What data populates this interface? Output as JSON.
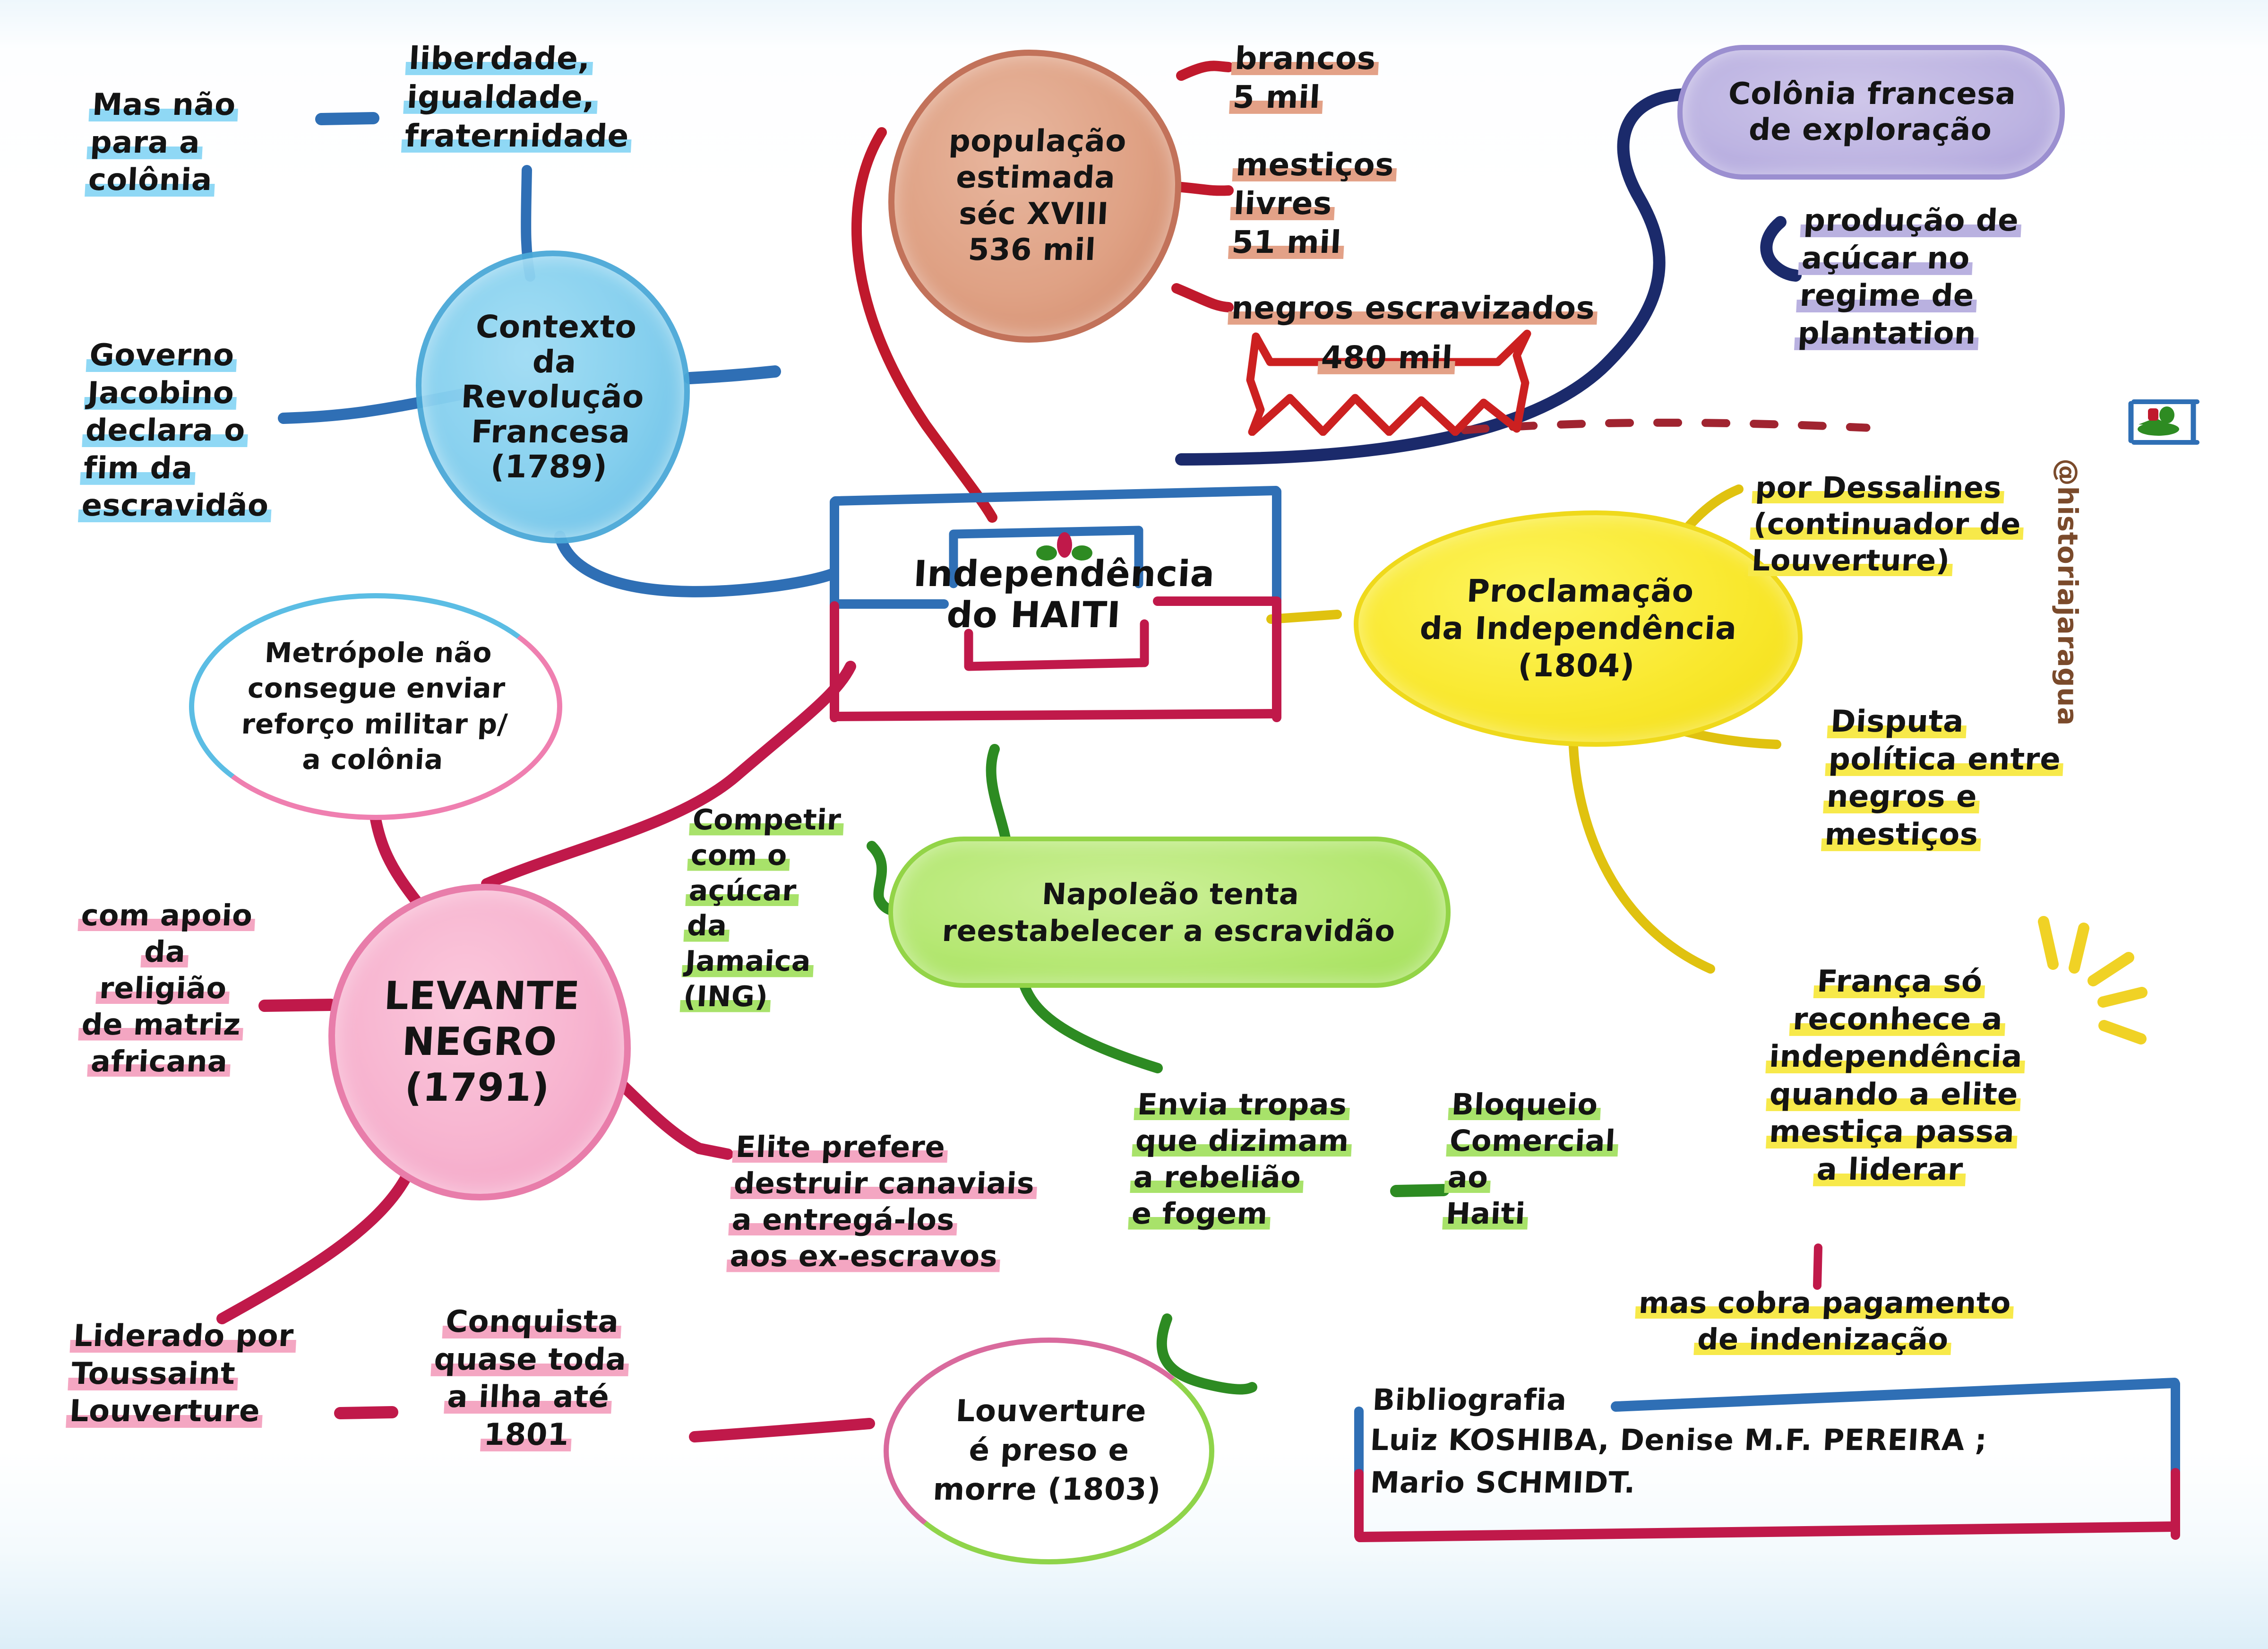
{
  "meta": {
    "title": "Independência do Haiti — mapa mental",
    "watermark": "@historiajaragua"
  },
  "colors": {
    "blue": "#2f6fb5",
    "navy": "#1b2a6b",
    "crimson": "#c0194a",
    "red": "#cc2020",
    "orange": "#c2725a",
    "pink": "#e8508f",
    "yellow": "#e8c913",
    "green": "#3f9a25",
    "purple": "#9b8fd0",
    "highlight_blue": "#8fd8f5",
    "highlight_yellow": "#f7e94a",
    "highlight_green": "#a8e26a",
    "highlight_pink": "#f4a6c2",
    "highlight_orange": "#e3a187",
    "highlight_purple": "#b9b1e0"
  },
  "center": {
    "line1": "Independência",
    "line2": "do HAITI"
  },
  "nodes": {
    "contexto_revolucao": "Contexto\nda\nRevolução\nFrancesa\n(1789)",
    "populacao": "população\nestimada\nséc XVIII\n536 mil",
    "colonia_francesa": "Colônia francesa\nde exploração",
    "levante_negro": "LEVANTE\nNEGRO\n(1791)",
    "metropole": "Metrópole não\nconsegue enviar\nreforço militar p/\na colônia",
    "napoleao": "Napoleão tenta\nreestabelecer a escravidão",
    "proclamacao": "Proclamação\nda Independência\n(1804)",
    "louverture_preso": "Louverture\né preso e\nmorre (1803)"
  },
  "leaves": {
    "mas_nao_colonia": "Mas não\npara a\ncolônia",
    "liberdade": "liberdade,\nigualdade,\nfraternidade",
    "governo_jacobino": "Governo\nJacobino\ndeclara o\nfim da\nescravidão",
    "brancos": "brancos\n5 mil",
    "mesticos_livres": "mestiços\nlivres\n51 mil",
    "negros_escravizados": "negros escravizados",
    "negros_escravizados_num": "480 mil",
    "producao_acucar": "produção de\naçúcar no\nregime de\nplantation",
    "por_dessalines": "por Dessalines\n(continuador de\nLouverture)",
    "disputa_politica": "Disputa\npolítica entre\nnegros e\nmestiços",
    "franca_reconhece": "França só\nreconhece a\nindependência\nquando a elite\nmestiça passa\na liderar",
    "mas_cobra": "mas cobra pagamento\nde indenização",
    "com_apoio_religiao": "com apoio\nda\nreligião\nde matriz\nafricana",
    "competir_jamaica": "Competir\ncom o\naçúcar\nda\nJamaica\n(ING)",
    "elite_prefere": "Elite prefere\ndestruir canaviais\na entregá-los\naos ex-escravos",
    "envia_tropas": "Envia tropas\nque dizimam\na rebelião\ne fogem",
    "bloqueio_comercial": "Bloqueio\nComercial\nao\nHaiti",
    "liderado_por": "Liderado por\nToussaint\nLouverture",
    "conquista_ilha": "Conquista\nquase toda\na ilha até\n1801"
  },
  "bibliography": {
    "heading": "Bibliografia",
    "line1": "Luiz KOSHIBA, Denise M.F. PEREIRA ;",
    "line2": "Mario SCHMIDT."
  }
}
